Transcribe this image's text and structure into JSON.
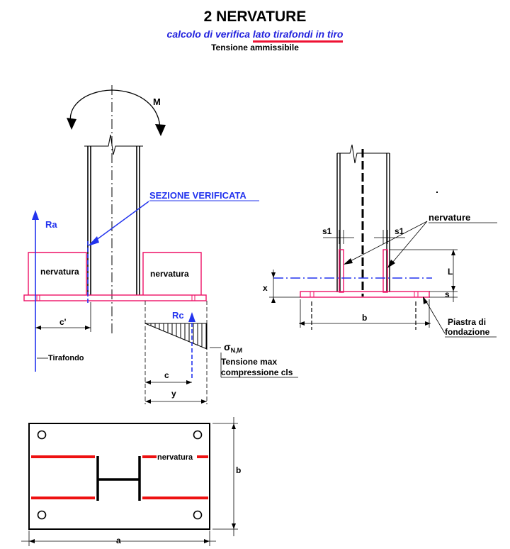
{
  "header": {
    "title": "2 NERVATURE",
    "subtitle_prefix": "calcolo di verifica ",
    "subtitle_link": "lato tirafondi in tiro",
    "note": "Tensione ammissibile"
  },
  "left_view": {
    "moment": "M",
    "section_label": "SEZIONE VERIFICATA",
    "ra": "Ra",
    "rc": "Rc",
    "rib_left": "nervatura",
    "rib_right": "nervatura",
    "c_prime": "c'",
    "anchor": "Tirafondo",
    "sigma": "σ",
    "sigma_sub": "N,M",
    "stress_line1": "Tensione max",
    "stress_line2": "compressione cls",
    "dim_c": "c",
    "dim_y": "y"
  },
  "right_view": {
    "ribs": "nervature",
    "s1_left": "s1",
    "s1_right": "s1",
    "dim_L": "L",
    "dim_x": "x",
    "dim_s": "s",
    "dim_b": "b",
    "plate_line1": "Piastra di",
    "plate_line2": "fondazione"
  },
  "plan_view": {
    "rib": "nervatura",
    "dim_a": "a",
    "dim_b": "b"
  },
  "colors": {
    "rib": "#ee1166",
    "blue": "#2233ee",
    "red": "#ee1111",
    "black": "#000000"
  }
}
